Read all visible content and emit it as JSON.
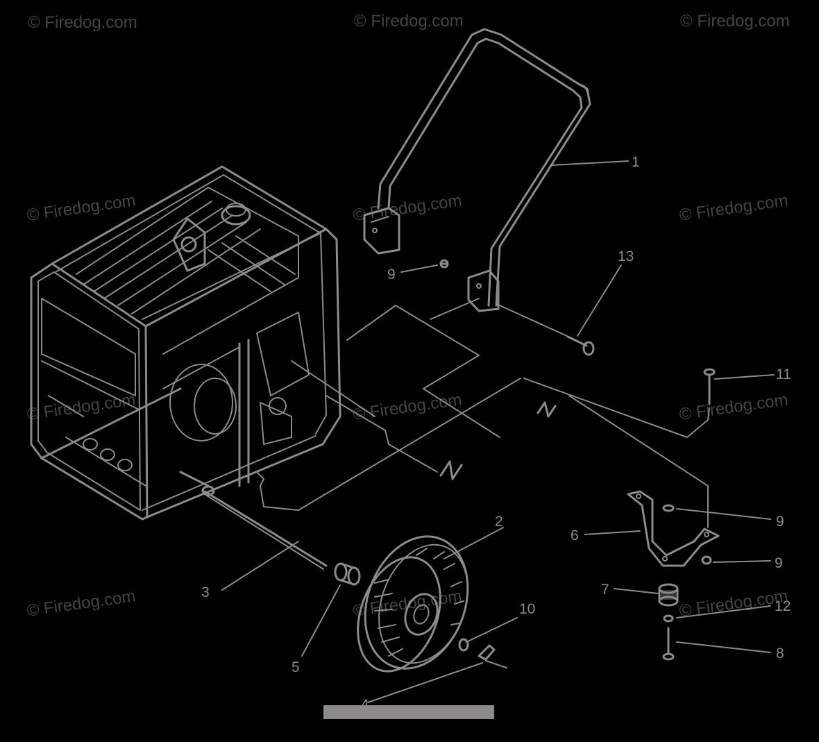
{
  "watermark": {
    "text": "© Firedog.com",
    "color": "#444444"
  },
  "callouts": {
    "c1": "1",
    "c2": "2",
    "c3": "3",
    "c4": "4",
    "c5": "5",
    "c6": "6",
    "c7": "7",
    "c8": "8",
    "c9a": "9",
    "c9b": "9",
    "c9c": "9",
    "c10": "10",
    "c11": "11",
    "c12": "12",
    "c13": "13"
  },
  "colors": {
    "line": "#8c8a8a",
    "background": "#000000"
  }
}
